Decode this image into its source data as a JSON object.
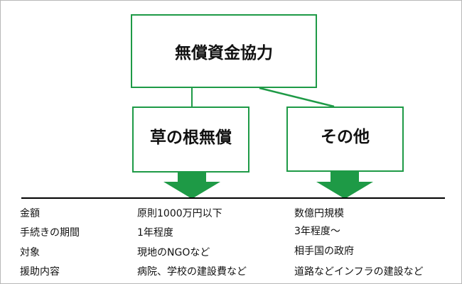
{
  "diagram": {
    "root": "無償資金協力",
    "children": [
      "草の根無償",
      "その他"
    ],
    "colors": {
      "accent": "#1e9a46",
      "rule": "#000000"
    }
  },
  "table": {
    "rows": [
      {
        "label": "金額",
        "left": "原則1000万円以下",
        "right": "数億円規模"
      },
      {
        "label": "手続きの期間",
        "left": "1年程度",
        "right": "3年程度～"
      },
      {
        "label": "対象",
        "left": "現地のNGOなど",
        "right": "相手国の政府"
      },
      {
        "label": "援助内容",
        "left": "病院、学校の建設費など",
        "right": "道路などインフラの建設など"
      }
    ]
  }
}
